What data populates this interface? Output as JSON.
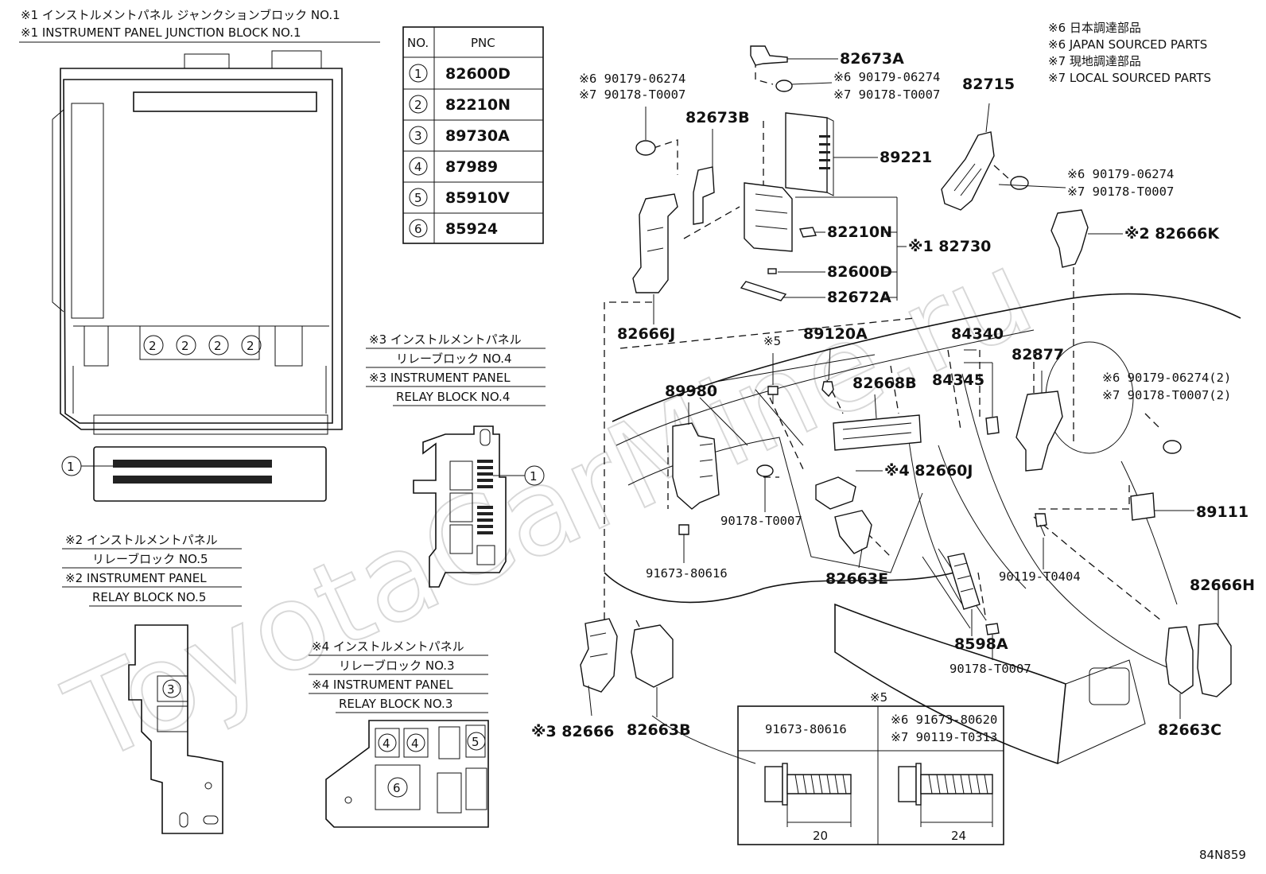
{
  "watermark": "ToyotaCarMine.ru",
  "figure_code": "84N859",
  "notes": {
    "n1_jp": "※1 インストルメントパネル ジャンクションブロック NO.1",
    "n1_en": "※1 INSTRUMENT PANEL JUNCTION BLOCK NO.1",
    "n6_jp": "※6 日本調達部品",
    "n6_en": "※6 JAPAN SOURCED PARTS",
    "n7_jp": "※7 現地調達部品",
    "n7_en": "※7 LOCAL SOURCED PARTS",
    "n3_jp1": "※3 インストルメントパネル",
    "n3_jp2": "リレーブロック NO.4",
    "n3_en1": "※3 INSTRUMENT PANEL",
    "n3_en2": "RELAY BLOCK NO.4",
    "n2_jp1": "※2 インストルメントパネル",
    "n2_jp2": "リレーブロック NO.5",
    "n2_en1": "※2 INSTRUMENT PANEL",
    "n2_en2": "RELAY BLOCK NO.5",
    "n4_jp1": "※4 インストルメントパネル",
    "n4_jp2": "リレーブロック NO.3",
    "n4_en1": "※4 INSTRUMENT PANEL",
    "n4_en2": "RELAY BLOCK NO.3"
  },
  "pnc_table": {
    "header_no": "NO.",
    "header_pnc": "PNC",
    "rows": [
      {
        "no": "1",
        "pnc": "82600D"
      },
      {
        "no": "2",
        "pnc": "82210N"
      },
      {
        "no": "3",
        "pnc": "89730A"
      },
      {
        "no": "4",
        "pnc": "87989"
      },
      {
        "no": "5",
        "pnc": "85910V"
      },
      {
        "no": "6",
        "pnc": "85924"
      }
    ]
  },
  "callouts": {
    "c1": "1",
    "c2": "2",
    "c3": "3",
    "c4": "4",
    "c5": "5",
    "c6": "6"
  },
  "labels": {
    "p82673A": "82673A",
    "p82673B": "82673B",
    "p89221": "89221",
    "p82715": "82715",
    "p82210N": "82210N",
    "p82730": "※1 82730",
    "p82600D": "82600D",
    "p82672A": "82672A",
    "p82666K": "※2 82666K",
    "p82666J": "82666J",
    "p89120A": "89120A",
    "p84340": "84340",
    "p84345": "84345",
    "p82877": "82877",
    "p89980": "89980",
    "p82668B": "82668B",
    "p82660J": "※4 82660J",
    "p90178_T0007_a": "90178-T0007",
    "p89111": "89111",
    "p91673_80616": "91673-80616",
    "p82663E": "82663E",
    "p90119_T0404": "90119-T0404",
    "p82666H": "82666H",
    "p8598A": "8598A",
    "p90178_T0007_b": "90178-T0007",
    "p82666": "※3 82666",
    "p82663B": "82663B",
    "p82663C": "82663C",
    "star5": "※5",
    "clipA_6": "※6 90179-06274",
    "clipA_7": "※7 90178-T0007",
    "clipB_6": "※6 90179-06274",
    "clipB_7": "※7 90178-T0007",
    "clipC_6": "※6 90179-06274",
    "clipC_7": "※7 90178-T0007",
    "clipD_6": "※6 90179-06274(2)",
    "clipD_7": "※7 90178-T0007(2)"
  },
  "bolt_table": {
    "title": "※5",
    "col1": "91673-80616",
    "col2_6": "※6 91673-80620",
    "col2_7": "※7 90119-T0313",
    "dim1": "20",
    "dim2": "24"
  }
}
